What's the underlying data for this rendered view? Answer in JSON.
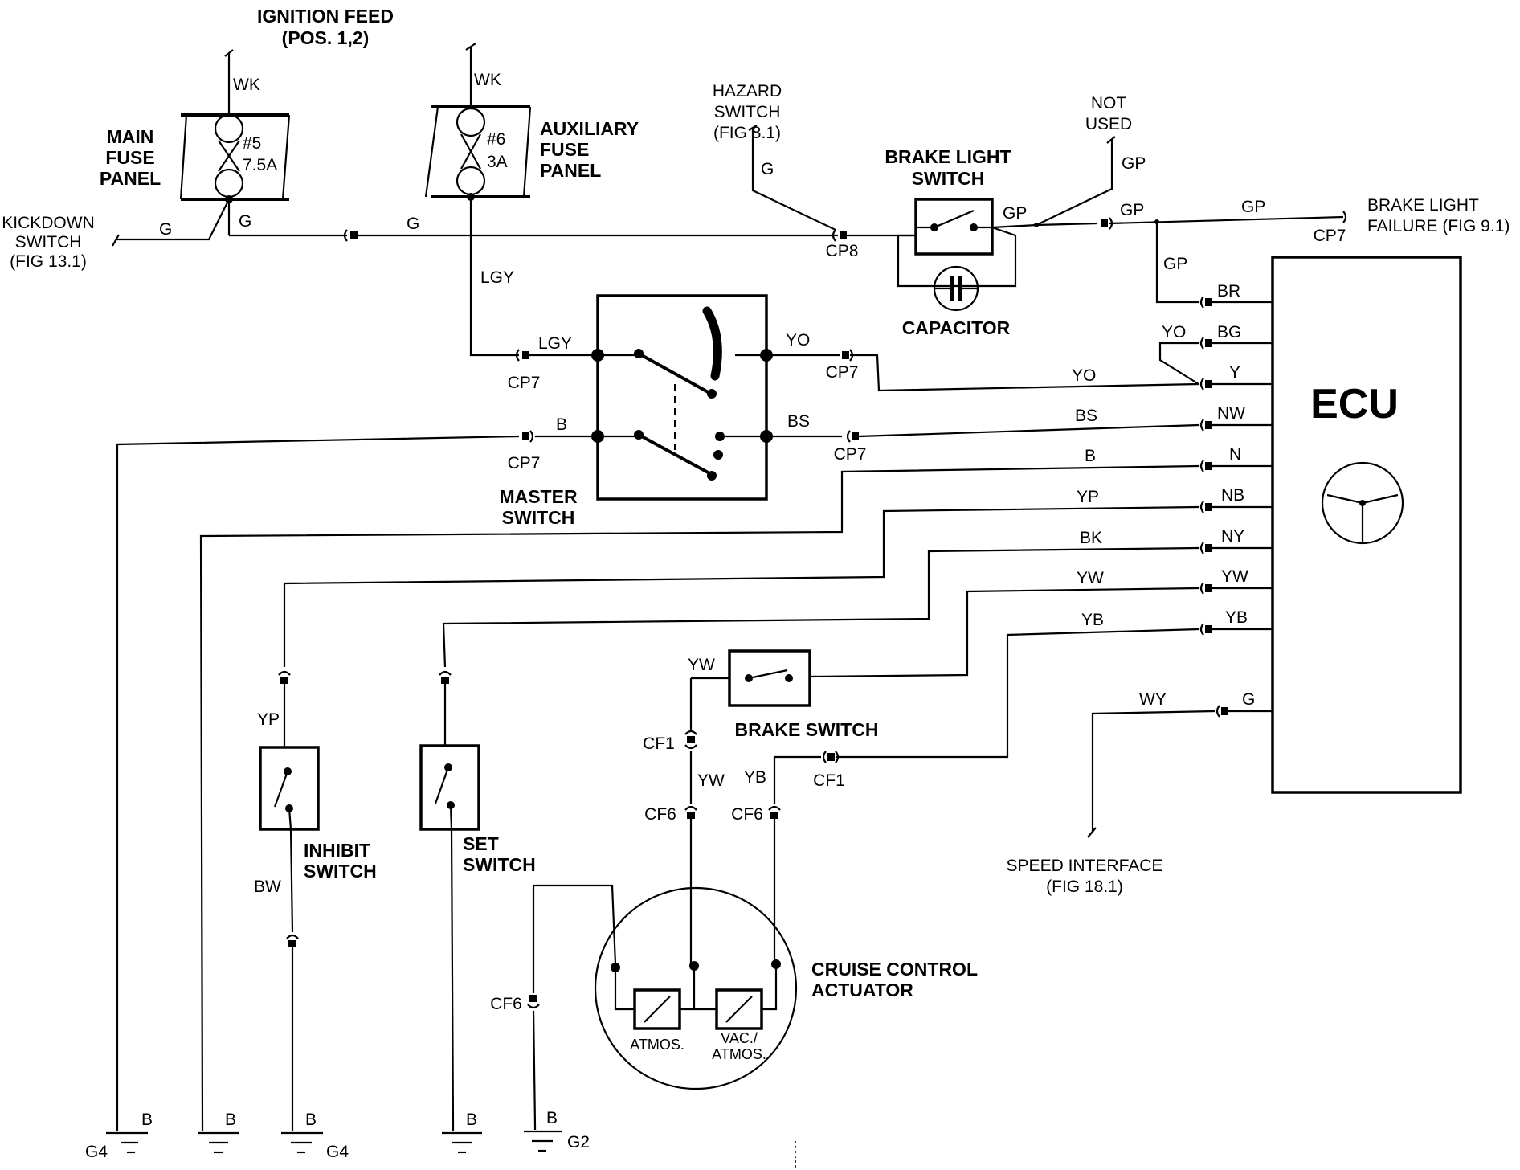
{
  "labels": {
    "ignition_feed": "IGNITION FEED",
    "ignition_pos": "(POS. 1,2)",
    "main_fuse_1": "MAIN",
    "main_fuse_2": "FUSE",
    "main_fuse_3": "PANEL",
    "fuse5_num": "#5",
    "fuse5_amp": "7.5A",
    "aux_fuse_1": "AUXILIARY",
    "aux_fuse_2": "FUSE",
    "aux_fuse_3": "PANEL",
    "fuse6_num": "#6",
    "fuse6_amp": "3A",
    "kickdown_1": "KICKDOWN",
    "kickdown_2": "SWITCH",
    "kickdown_3": "(FIG 13.1)",
    "hazard_1": "HAZARD",
    "hazard_2": "SWITCH",
    "hazard_3": "(FIG 8.1)",
    "not_used_1": "NOT",
    "not_used_2": "USED",
    "brake_light_switch_1": "BRAKE LIGHT",
    "brake_light_switch_2": "SWITCH",
    "capacitor": "CAPACITOR",
    "brake_light_failure_1": "BRAKE LIGHT",
    "brake_light_failure_2": "FAILURE (FIG 9.1)",
    "master_switch_1": "MASTER",
    "master_switch_2": "SWITCH",
    "ecu": "ECU",
    "brake_switch": "BRAKE SWITCH",
    "inhibit_switch_1": "INHIBIT",
    "inhibit_switch_2": "SWITCH",
    "set_switch_1": "SET",
    "set_switch_2": "SWITCH",
    "actuator_1": "CRUISE CONTROL",
    "actuator_2": "ACTUATOR",
    "atmos": "ATMOS.",
    "vac_1": "VAC./",
    "vac_2": "ATMOS.",
    "speed_interface_1": "SPEED INTERFACE",
    "speed_interface_2": "(FIG 18.1)"
  },
  "wires": {
    "wk1": "WK",
    "wk2": "WK",
    "g_kick": "G",
    "g_fuse5": "G",
    "g_main": "G",
    "g_hazard": "G",
    "lgy_vert": "LGY",
    "lgy_in": "LGY",
    "gp_sw": "GP",
    "gp_notused": "GP",
    "gp_cp7": "GP",
    "gp_right": "GP",
    "gp_down": "GP",
    "yo_out": "YO",
    "yo_bus": "YO",
    "yo_ecu": "YO",
    "b_in": "B",
    "bs_out": "BS",
    "bs_bus": "BS",
    "b_bus": "B",
    "yp_bus": "YP",
    "bk_bus": "BK",
    "yw_bus": "YW",
    "yb_bus": "YB",
    "wy_bus": "WY",
    "yp_inhibit": "YP",
    "bw_inhibit": "BW",
    "yw_brake": "YW",
    "yw_cf6": "YW",
    "yb_cf6": "YB",
    "b_g1": "B",
    "b_g2": "B",
    "b_g3": "B",
    "b_g4": "B",
    "b_g5": "B"
  },
  "connectors": {
    "cp8": "CP8",
    "cp7_a": "CP7",
    "cp7_b": "CP7",
    "cp7_c": "CP7",
    "cp7_d": "CP7",
    "cp7_e": "CP7",
    "cf1_a": "CF1",
    "cf1_b": "CF1",
    "cf6_a": "CF6",
    "cf6_b": "CF6",
    "cf6_c": "CF6"
  },
  "ecu_pins": [
    "BR",
    "BG",
    "Y",
    "NW",
    "N",
    "NB",
    "NY",
    "YW",
    "YB",
    "G"
  ],
  "grounds": {
    "g4_left": "G4",
    "g4": "G4",
    "g2": "G2"
  }
}
